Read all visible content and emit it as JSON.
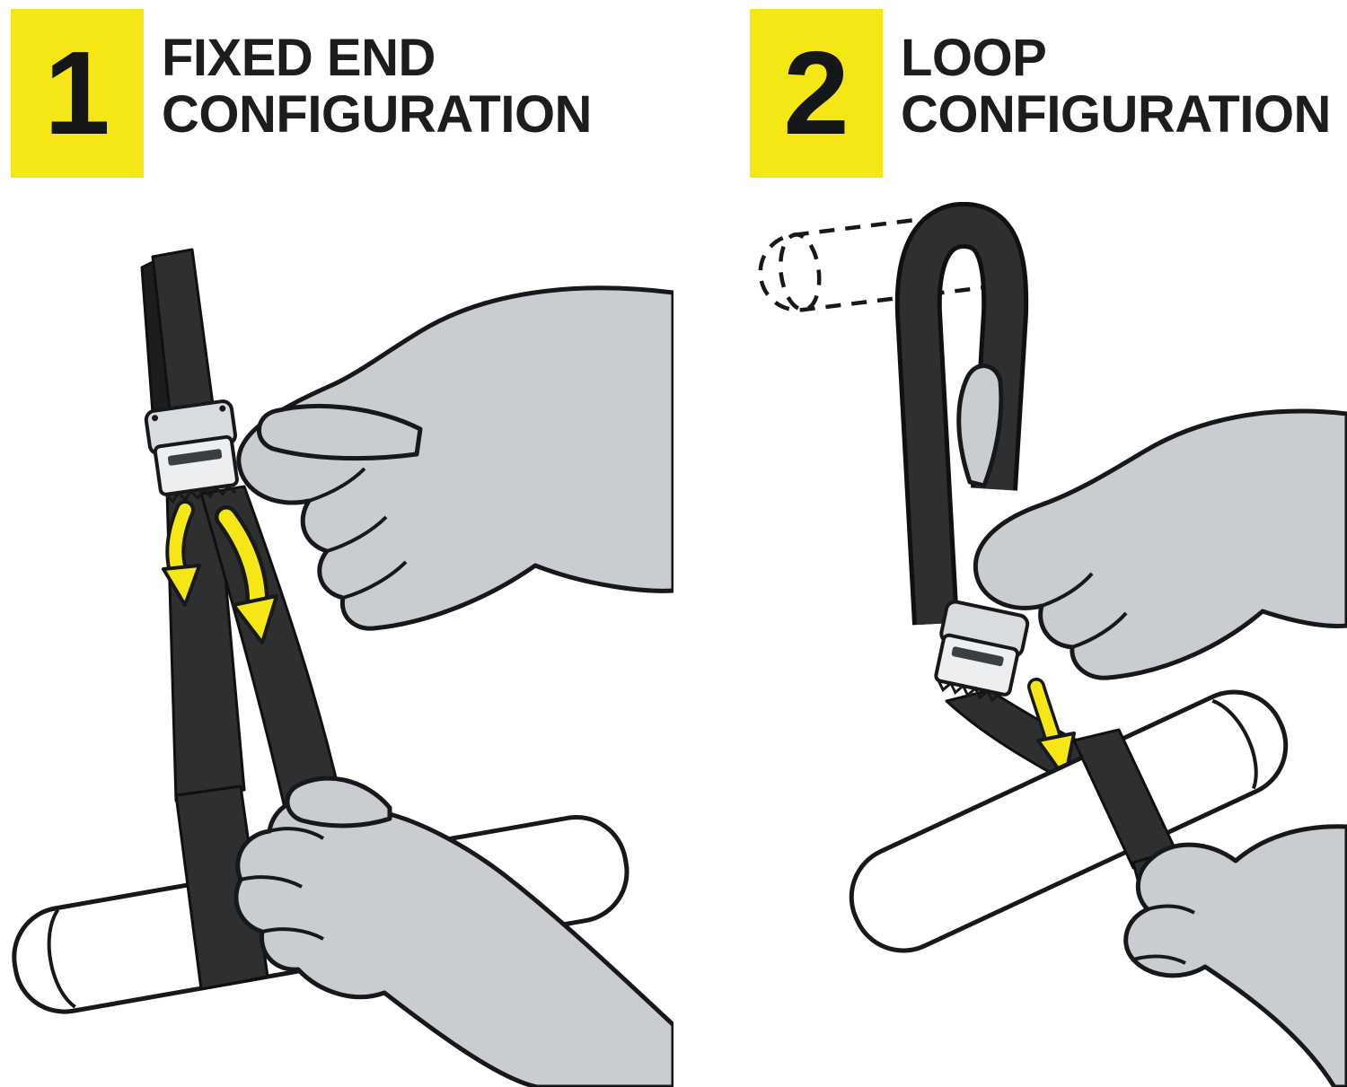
{
  "page": {
    "background": "#ffffff",
    "ink": "#17181a",
    "accent_yellow": "#f5e616",
    "hand_gray": "#c9ccd0",
    "strap_dark": "#2d2f31"
  },
  "steps": [
    {
      "number": "1",
      "title_line1": "FIXED END",
      "title_line2": "CONFIGURATION",
      "alt": "hands feeding strap down through cam buckle, strap wrapped around a pole"
    },
    {
      "number": "2",
      "title_line1": "LOOP",
      "title_line2": "CONFIGURATION",
      "alt": "strap looped over dashed anchor bar, through cam buckle, wrapped around a pole"
    }
  ]
}
